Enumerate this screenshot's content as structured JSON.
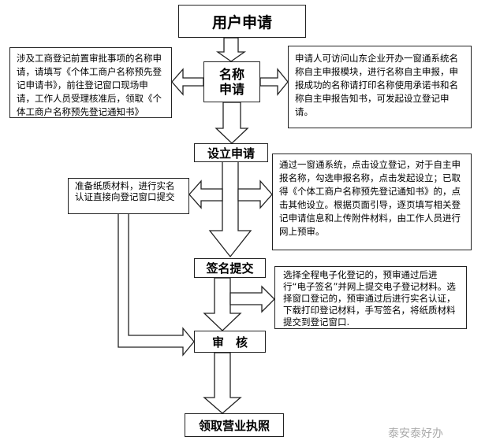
{
  "steps": {
    "user_apply": "用户申请",
    "name_apply": "名称\n申请",
    "establish_apply": "设立申请",
    "sign_submit": "签名提交",
    "review": "审　核",
    "get_license": "领取营业执照"
  },
  "notes": {
    "name_offline": "涉及工商登记前置审批事项的名称申请，请填写《个体工商户名称预先登记申请书》，前往登记窗口现场申请，工作人员受理核准后，领取《个体工商户名称预先登记通知书》",
    "name_online": "申请人可访问山东企业开办一窗通系统名称自主申报模块，进行名称自主申报，申报成功的名称请打印名称使用承诺书和名称自主申报告知书，可发起设立登记申请。",
    "establish_offline": "准备纸质材料，进行实名认证直接向登记窗口提交",
    "establish_online": "通过一窗通系统，点击设立登记，对于自主申报名称，勾选申报名称，点击发起设立；已取得《个体工商户名称预先登记通知书》的，点击其他设立。根据页面引导，逐页填写相关登记申请信息和上传附件材料，由工作人员进行网上预审。",
    "sign_note": "选择全程电子化登记的，预审通过后进行“电子签名”并网上提交电子登记材料。选择窗口登记的，预审通过后进行实名认证，下载打印登记材料，手写签名，将纸质材料提交到登记窗口."
  },
  "watermark": "泰安泰好办"
}
